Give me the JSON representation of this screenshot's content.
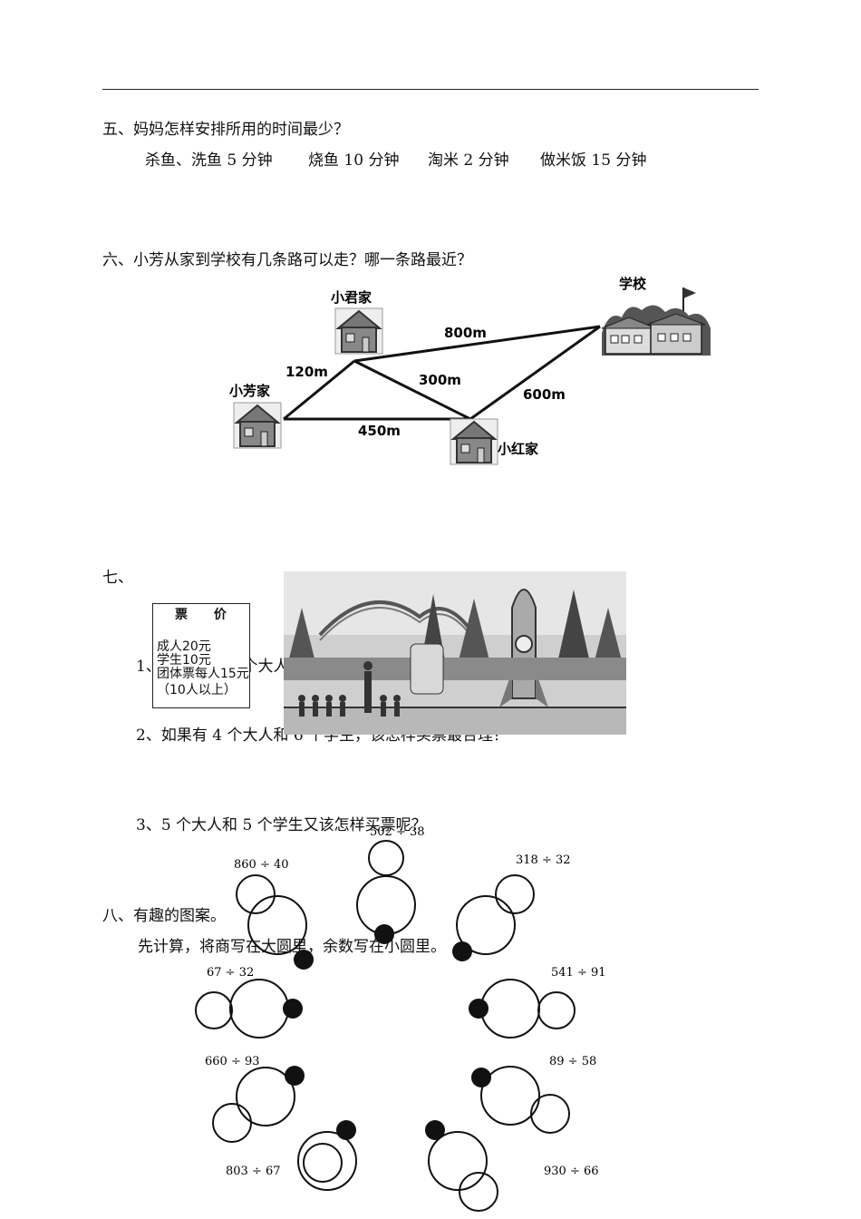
{
  "q5": {
    "title": "五、妈妈怎样安排所用的时间最少？",
    "tasks": [
      "杀鱼、洗鱼 5 分钟",
      "烧鱼 10 分钟",
      "淘米 2 分钟",
      "做米饭 15 分钟"
    ]
  },
  "q6": {
    "title": "六、小芳从家到学校有几条路可以走？哪一条路最近？",
    "places": {
      "junhome": "小君家",
      "fanghome": "小芳家",
      "honghome": "小红家",
      "school": "学校"
    },
    "distances": {
      "fang_jun": "120m",
      "jun_school": "800m",
      "jun_hong": "300m",
      "fang_hong": "450m",
      "hong_school": "600m"
    }
  },
  "q7": {
    "title": "七、",
    "ticket": {
      "header": "票 价",
      "lines": [
        "成人20元",
        "学生10元",
        "团体票每人15元",
        "（10人以上）"
      ]
    },
    "items": [
      "1、学生里有 6 个大人",
      "2、如果有 4 个大人和 6 个学生，该怎样买票最合理？",
      "3、5 个大人和 5 个学生又该怎样买票呢？"
    ]
  },
  "q8": {
    "title": "八、有趣的图案。",
    "instruction": "先计算，将商写在大圆里，余数写在小圆里。",
    "problems": [
      "502 ÷ 38",
      "860 ÷ 40",
      "318 ÷ 32",
      "67 ÷ 32",
      "541 ÷ 91",
      "660 ÷ 93",
      "89 ÷ 58",
      "803 ÷ 67",
      "930 ÷ 66"
    ]
  }
}
